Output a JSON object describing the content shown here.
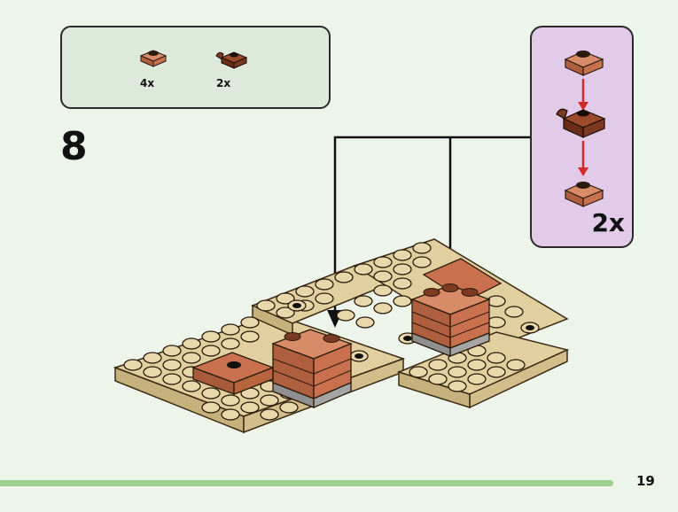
{
  "parts": [
    {
      "name": "round-plate-1x1",
      "qty": "4x",
      "color": "#c9714f"
    },
    {
      "name": "plate-1x1-clip",
      "qty": "2x",
      "color": "#7d3a22"
    }
  ],
  "step": {
    "number": "8"
  },
  "subassembly": {
    "multiplier": "2x"
  },
  "page": {
    "number": "19"
  },
  "colors": {
    "background": "#edf5ea",
    "tan": "#e2cfa0",
    "brick": "#c9714f",
    "dark_brown": "#7d3a22",
    "arrow_red": "#d42a2a",
    "footer_bar": "#9fd08f"
  }
}
